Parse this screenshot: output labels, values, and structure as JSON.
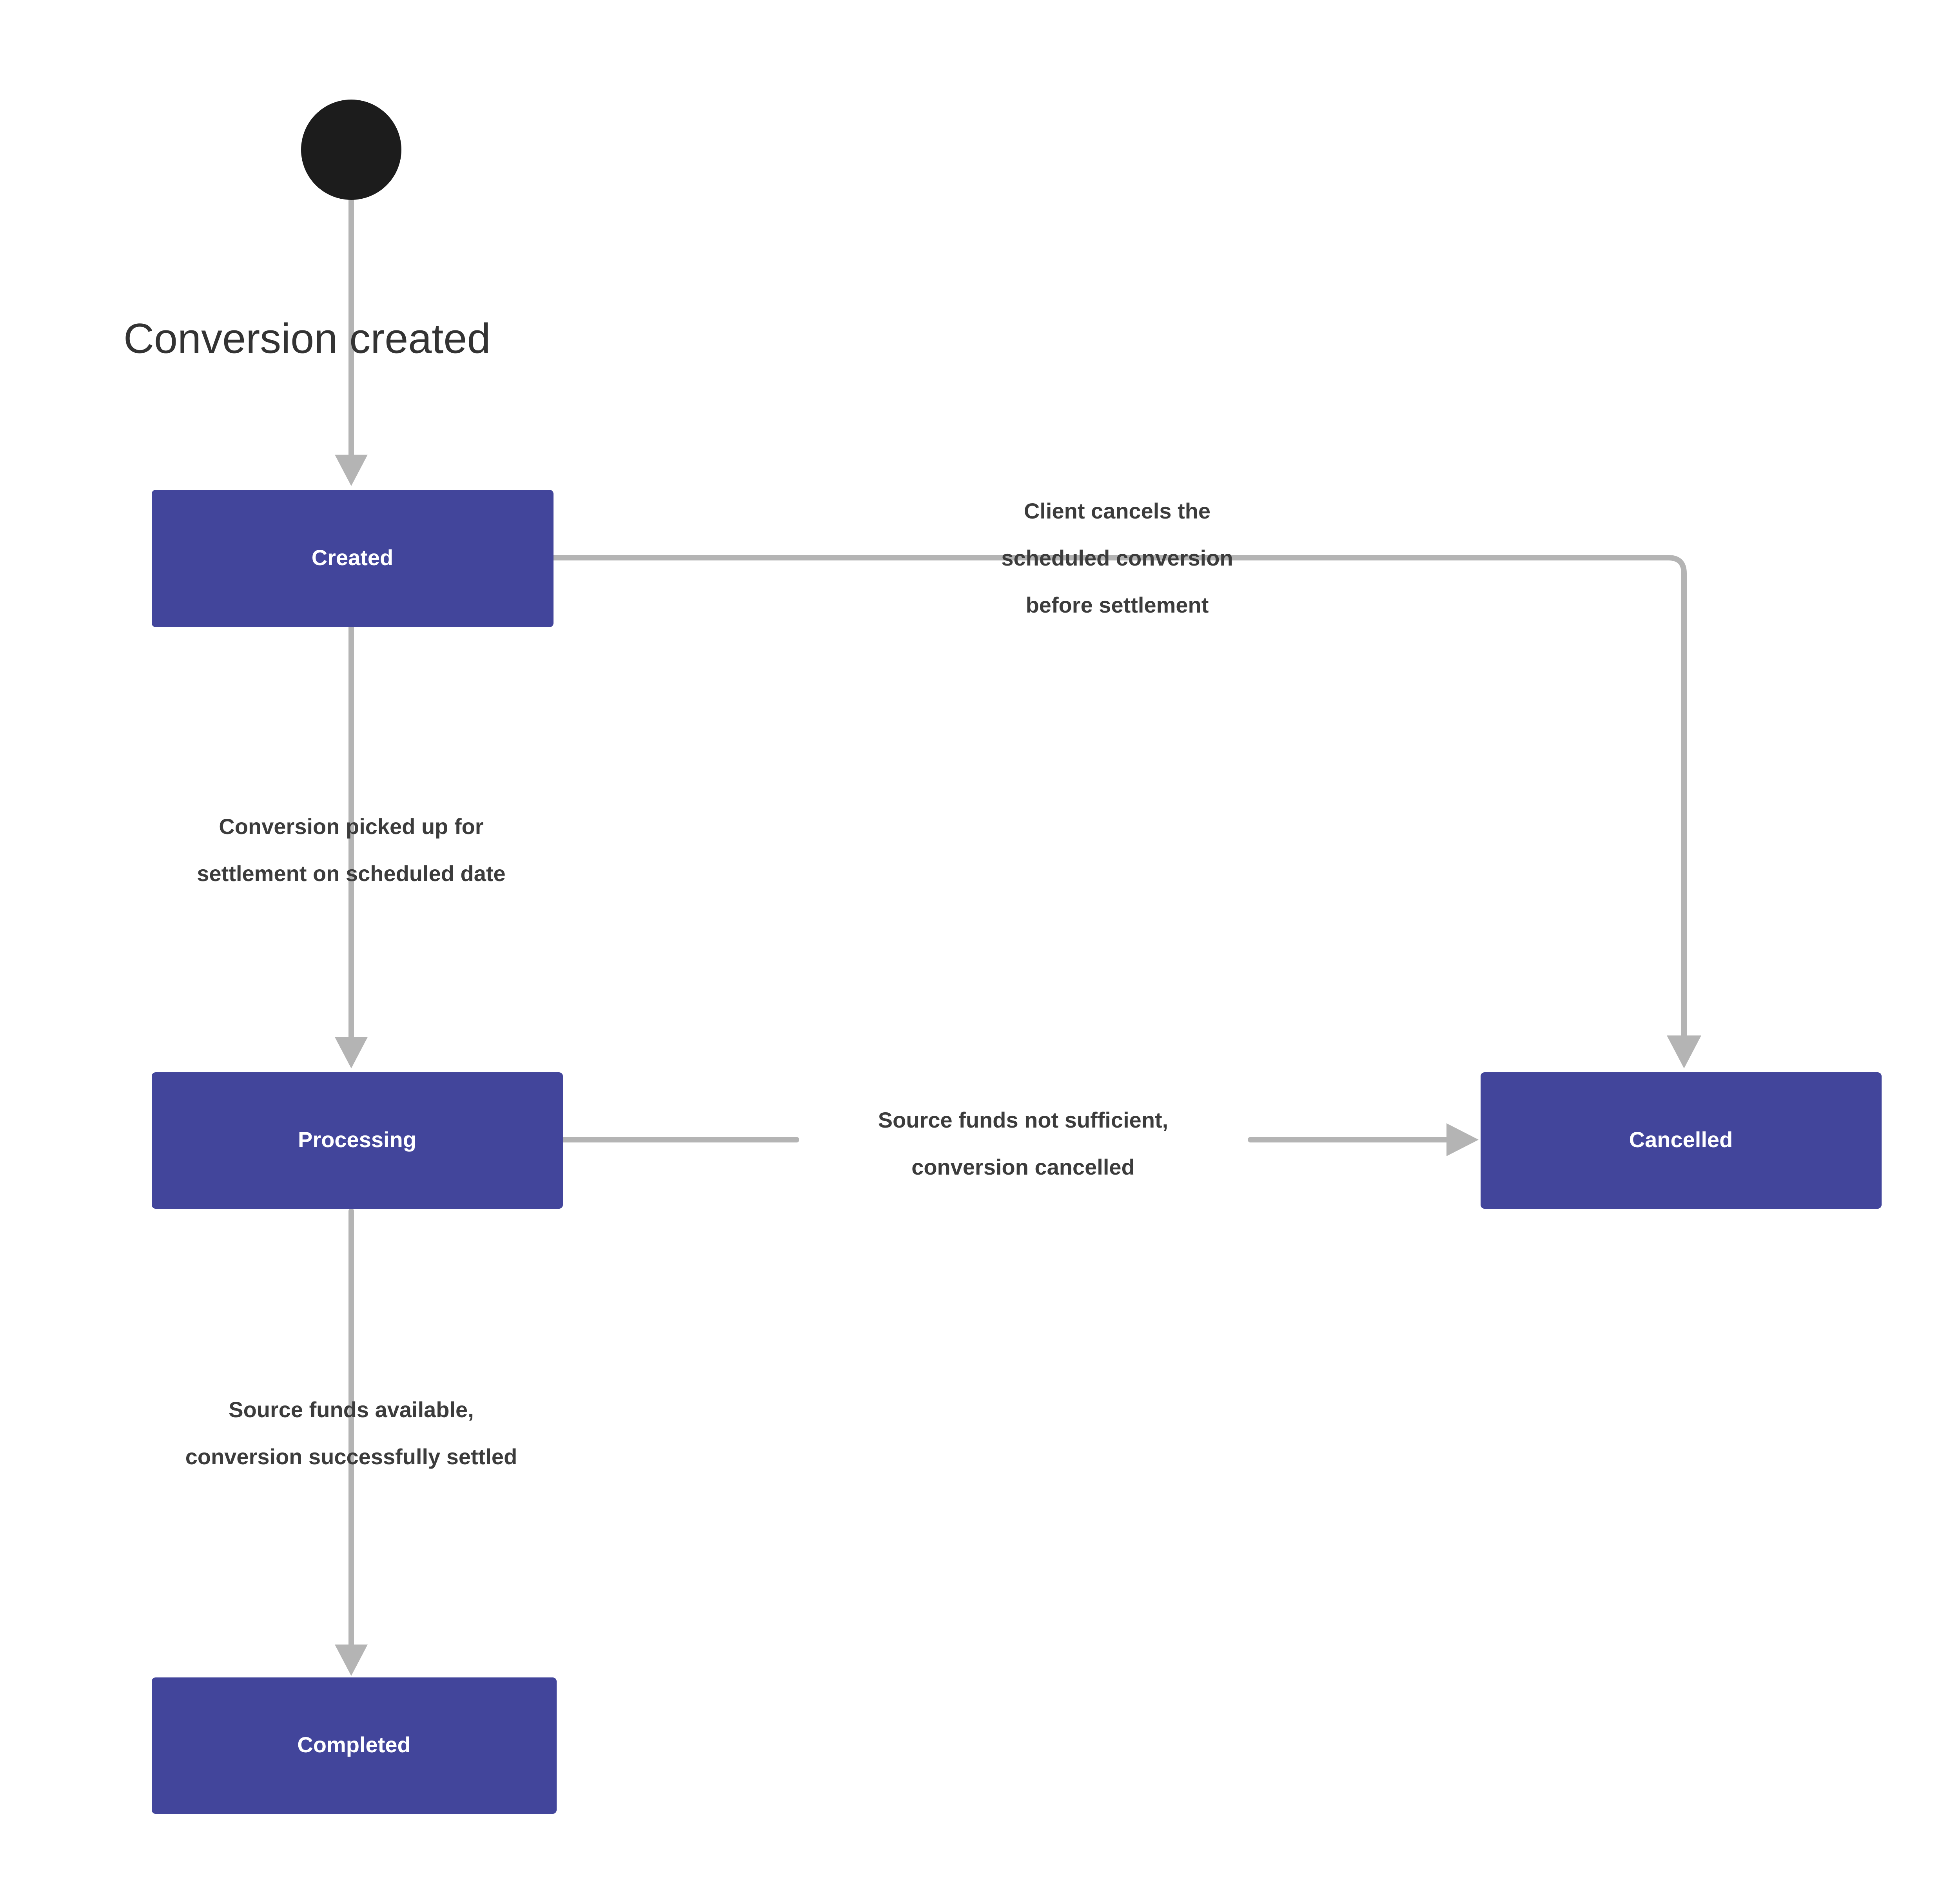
{
  "diagram": {
    "type": "state-machine",
    "title": "Conversion lifecycle state diagram",
    "colors": {
      "state_fill": "#42459B",
      "state_text": "#ffffff",
      "edge_stroke": "#b4b4b4",
      "label_text": "#3c3c3c",
      "start_node_fill": "#1c1c1c",
      "background": "#ffffff"
    },
    "start_node": {
      "name": "initial-state",
      "caption": "Conversion created"
    },
    "states": [
      {
        "id": "created",
        "label": "Created"
      },
      {
        "id": "processing",
        "label": "Processing"
      },
      {
        "id": "cancelled",
        "label": "Cancelled"
      },
      {
        "id": "completed",
        "label": "Completed"
      }
    ],
    "transitions": [
      {
        "id": "start-to-created",
        "from": "initial",
        "to": "created",
        "label_lines": []
      },
      {
        "id": "created-to-cancelled",
        "from": "created",
        "to": "cancelled",
        "label_lines": [
          "Client cancels the",
          "scheduled conversion",
          "before settlement"
        ]
      },
      {
        "id": "created-to-processing",
        "from": "created",
        "to": "processing",
        "label_lines": [
          "Conversion picked up for",
          "settlement on scheduled date"
        ]
      },
      {
        "id": "processing-to-cancelled",
        "from": "processing",
        "to": "cancelled",
        "label_lines": [
          "Source funds not sufficient,",
          "conversion cancelled"
        ]
      },
      {
        "id": "processing-to-completed",
        "from": "processing",
        "to": "completed",
        "label_lines": [
          "Source funds available,",
          "conversion successfully settled"
        ]
      }
    ]
  }
}
